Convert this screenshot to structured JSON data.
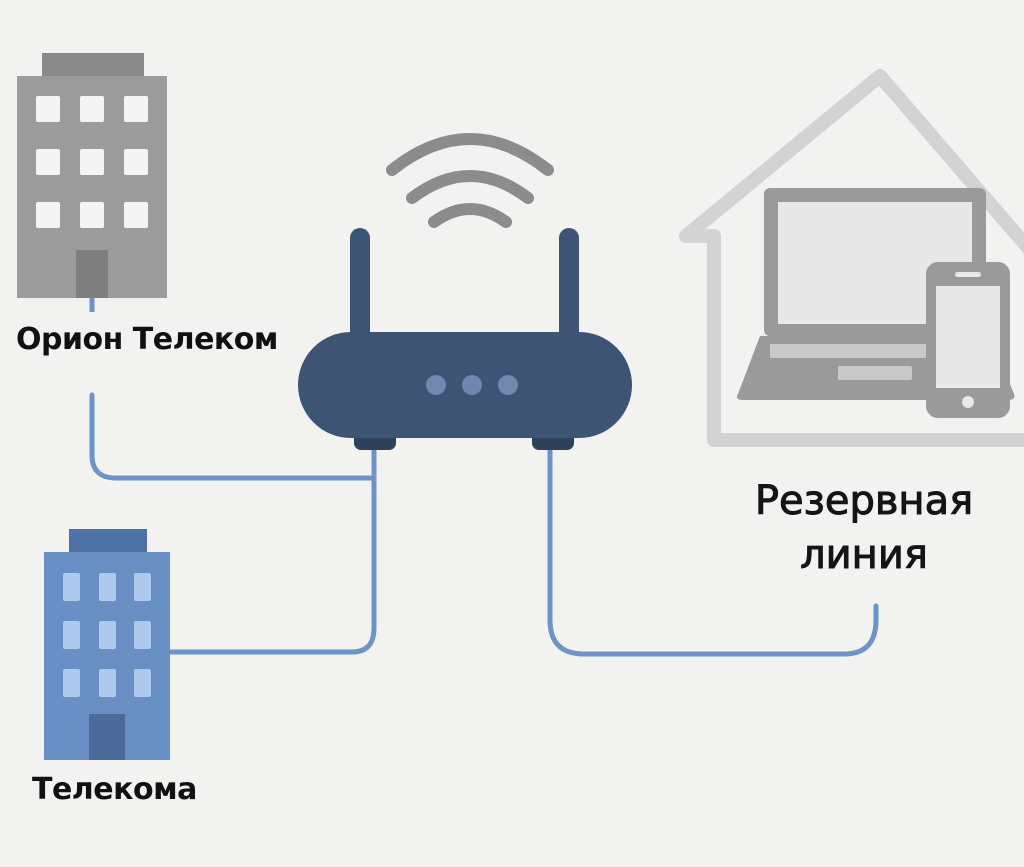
{
  "labels": {
    "orion_telecom": "Орион Телеком",
    "telekoma": "Телекома",
    "backup_line": "Резервная линия"
  },
  "colors": {
    "background": "#f2f2f1",
    "gray_building": "#9c9c9c",
    "gray_building_roof": "#8a8a8a",
    "gray_door": "#7f7f7f",
    "blue_building": "#6a8fc4",
    "blue_building_roof": "#4f72a6",
    "blue_windows": "#aecaee",
    "blue_door": "#4a6a9a",
    "router": "#3e5475",
    "router_foot": "#2f415b",
    "router_led": "#7088ae",
    "wifi": "#8c8c8c",
    "cable": "#6e93c6",
    "house_outline": "#d3d3d3",
    "laptop": "#9a9a9a",
    "screen": "#e8e8e8",
    "text": "#111111"
  },
  "icons": [
    "office-building-icon",
    "office-building-icon",
    "wifi-router-icon",
    "wifi-signal-icon",
    "house-icon",
    "laptop-icon",
    "smartphone-icon"
  ]
}
